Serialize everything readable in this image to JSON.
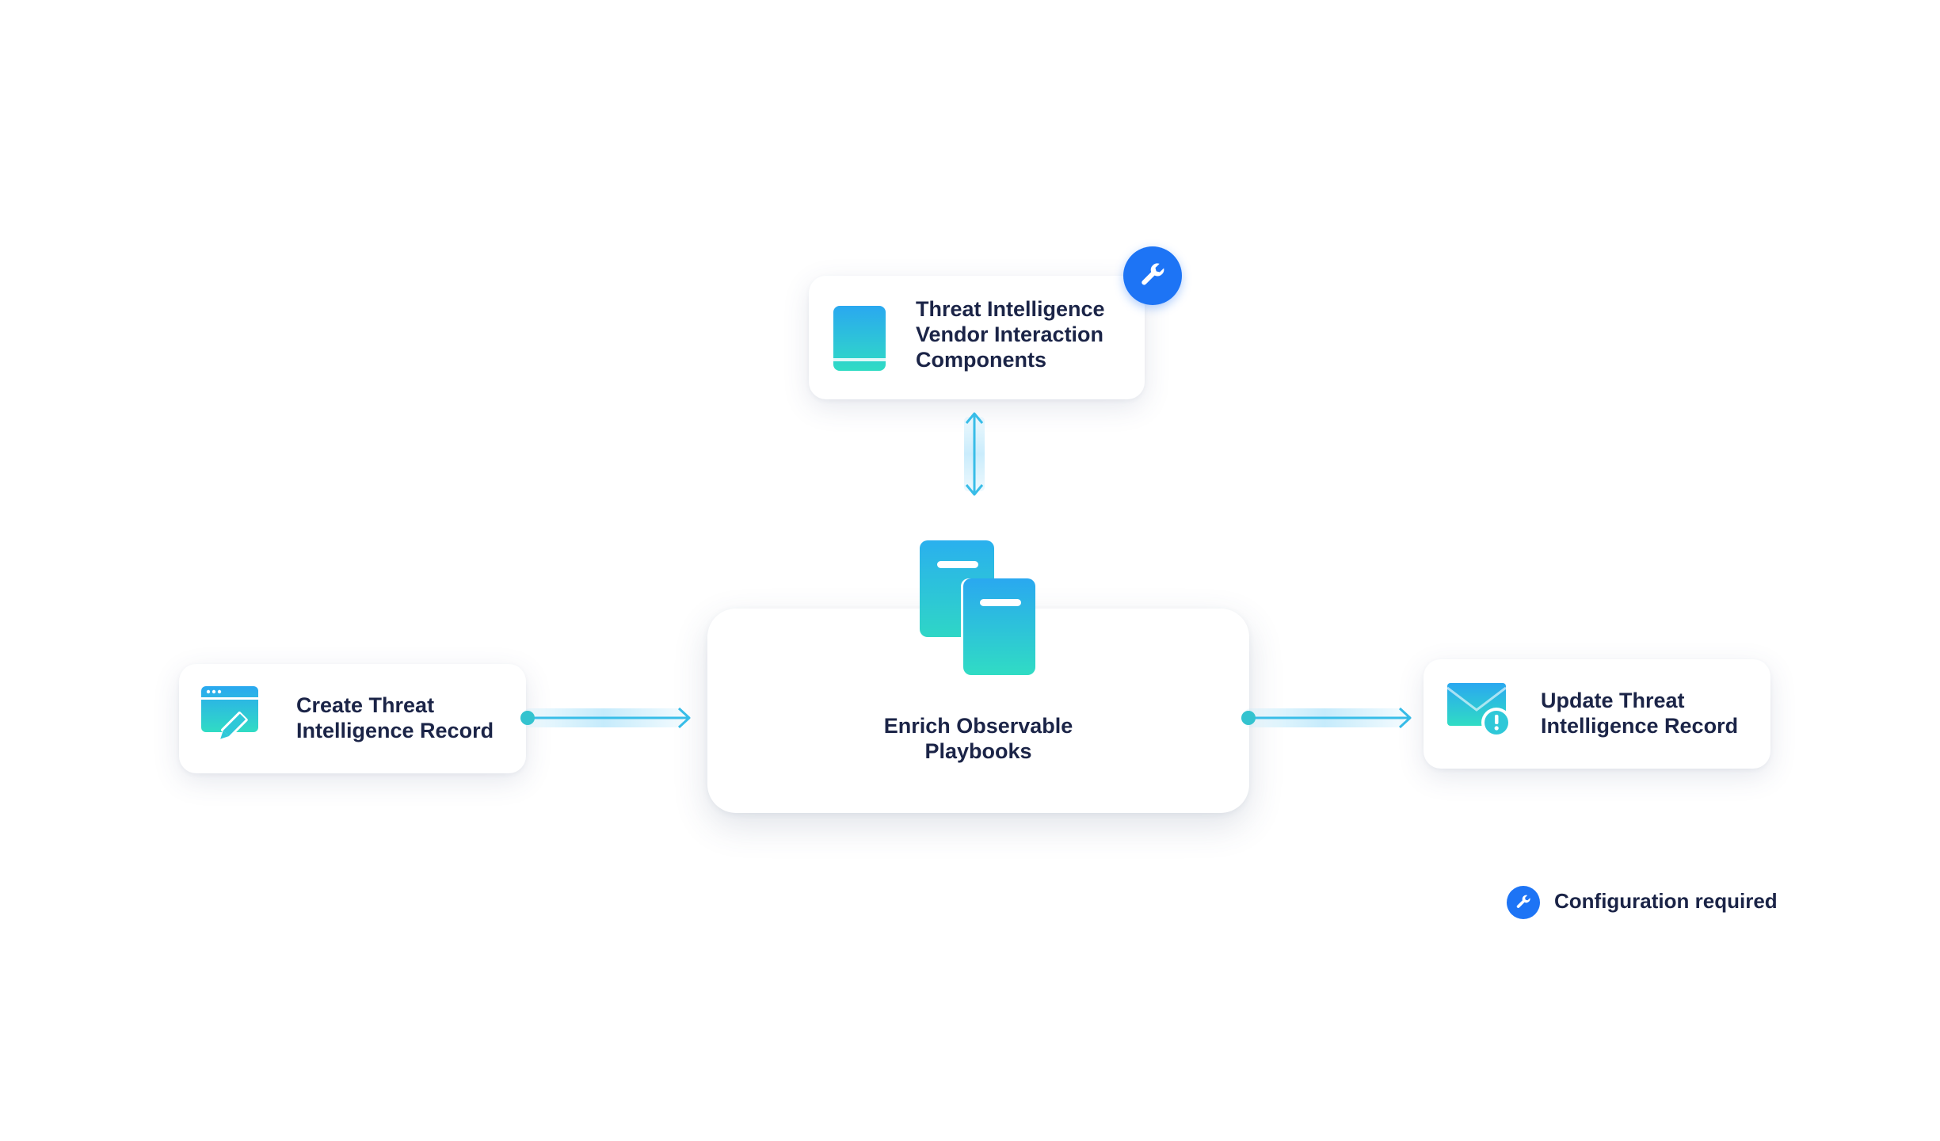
{
  "nodes": {
    "vendor": {
      "lines": [
        "Threat Intelligence",
        "Vendor Interaction",
        "Components"
      ],
      "icon": "book-icon",
      "badge": "wrench-icon"
    },
    "create": {
      "lines": [
        "Create Threat",
        "Intelligence Record"
      ],
      "icon": "window-edit-icon"
    },
    "enrich": {
      "lines": [
        "Enrich Observable",
        "Playbooks"
      ],
      "icon": "stacked-books-icon"
    },
    "update": {
      "lines": [
        "Update Threat",
        "Intelligence Record"
      ],
      "icon": "envelope-alert-icon"
    }
  },
  "legend": {
    "label": "Configuration required",
    "icon": "wrench-icon"
  },
  "colors": {
    "text": "#1b2447",
    "badge": "#1d74f5",
    "gradient_top": "#2bb0ef",
    "gradient_bottom": "#2fd8c8",
    "connector": "#38bde8",
    "connector_dot": "#34c3cf"
  }
}
